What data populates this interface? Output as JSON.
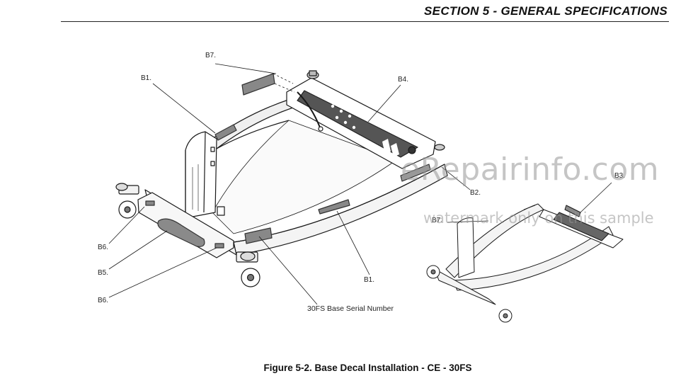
{
  "header": {
    "section_title": "SECTION 5 - GENERAL SPECIFICATIONS"
  },
  "figure": {
    "caption": "Figure 5-2. Base Decal Installation - CE - 30FS",
    "callouts": {
      "b7_top": "B7.",
      "b1_left": "B1.",
      "b4": "B4.",
      "b2": "B2.",
      "b3": "B3.",
      "b7_right": "B7.",
      "b6_upper": "B6.",
      "b5": "B5.",
      "b6_lower": "B6.",
      "b1_bottom": "B1.",
      "serial_number": "30FS Base Serial Number"
    }
  },
  "watermark": {
    "site": "eRepairinfo.com",
    "note": "watermark only on this sample"
  }
}
